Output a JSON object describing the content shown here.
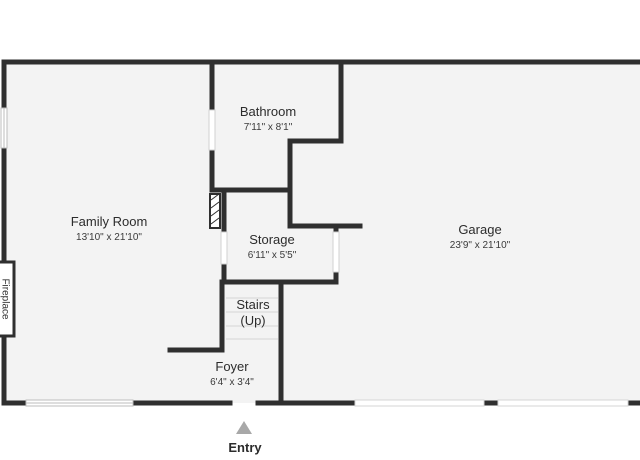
{
  "colors": {
    "wall": "#2f2f2f",
    "floor": "#f3f3f3",
    "window": "#d9d9d9",
    "background": "#ffffff"
  },
  "rooms": {
    "bathroom": {
      "name": "Bathroom",
      "dims": "7'11\" x 8'1\""
    },
    "family_room": {
      "name": "Family Room",
      "dims": "13'10\" x 21'10\""
    },
    "storage": {
      "name": "Storage",
      "dims": "6'11\" x 5'5\""
    },
    "garage": {
      "name": "Garage",
      "dims": "23'9\" x 21'10\""
    },
    "stairs": {
      "name": "Stairs",
      "sub": "(Up)"
    },
    "foyer": {
      "name": "Foyer",
      "dims": "6'4\" x 3'4\""
    }
  },
  "fireplace": {
    "label": "Fireplace"
  },
  "entry": {
    "label": "Entry",
    "icon": "triangle-up-icon"
  }
}
